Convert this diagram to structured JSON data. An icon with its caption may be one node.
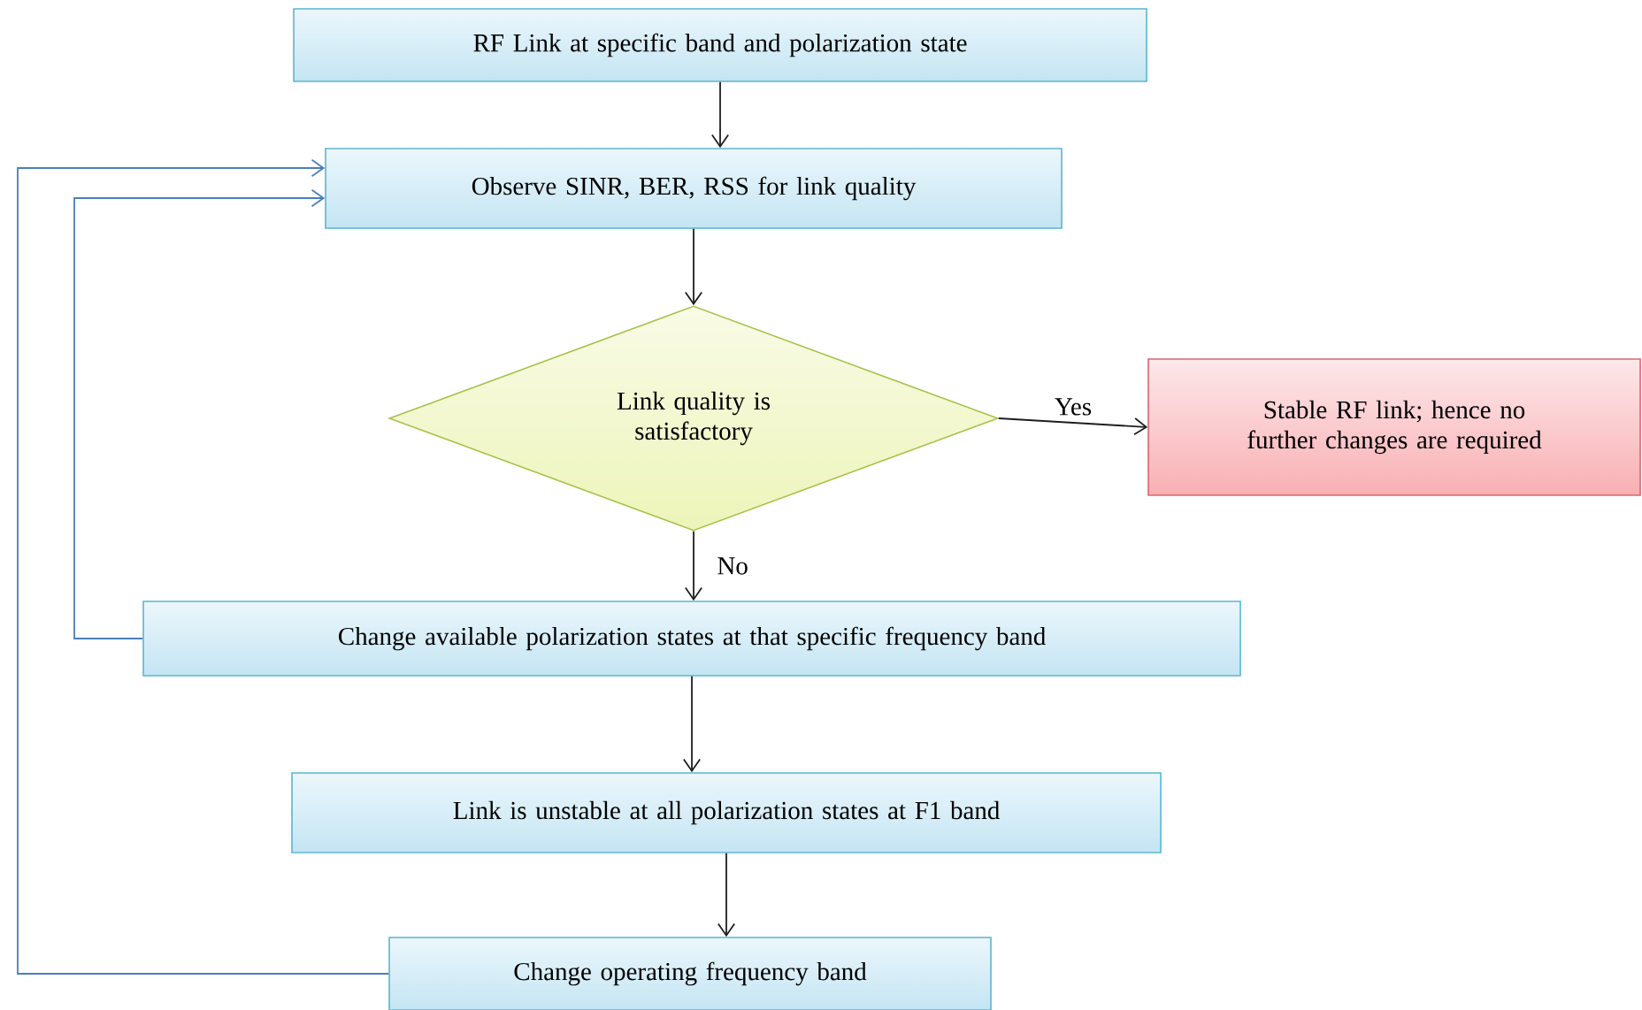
{
  "diagram": {
    "nodes": [
      {
        "text": [
          "RF Link at specific band and polarization state"
        ]
      },
      {
        "text": [
          "Observe SINR, BER, RSS for link quality"
        ]
      },
      {
        "text": [
          "Link quality is satisfactory"
        ]
      },
      {
        "text": [
          "Stable RF link; hence no further changes are required"
        ]
      },
      {
        "text": [
          "Change available polarization states at that specific frequency band"
        ]
      },
      {
        "text": [
          "Link is unstable at all polarization states at F1 band"
        ]
      },
      {
        "text": [
          "Change operating frequency band"
        ]
      }
    ],
    "edges": [
      {
        "from": 0,
        "to": 1,
        "arrow": "to"
      },
      {
        "from": 1,
        "to": 2,
        "arrow": "to"
      },
      {
        "from": 2,
        "to": 3,
        "arrow": "to",
        "label": "Yes"
      },
      {
        "from": 2,
        "to": 4,
        "arrow": "to",
        "label": "No"
      },
      {
        "from": 4,
        "to": 5,
        "arrow": "to"
      },
      {
        "from": 5,
        "to": 6,
        "arrow": "to"
      },
      {
        "from": 4,
        "to": 1,
        "arrow": "to",
        "color": "#4a7ebb"
      },
      {
        "from": 6,
        "to": 1,
        "arrow": "to",
        "color": "#4a7ebb"
      }
    ]
  }
}
